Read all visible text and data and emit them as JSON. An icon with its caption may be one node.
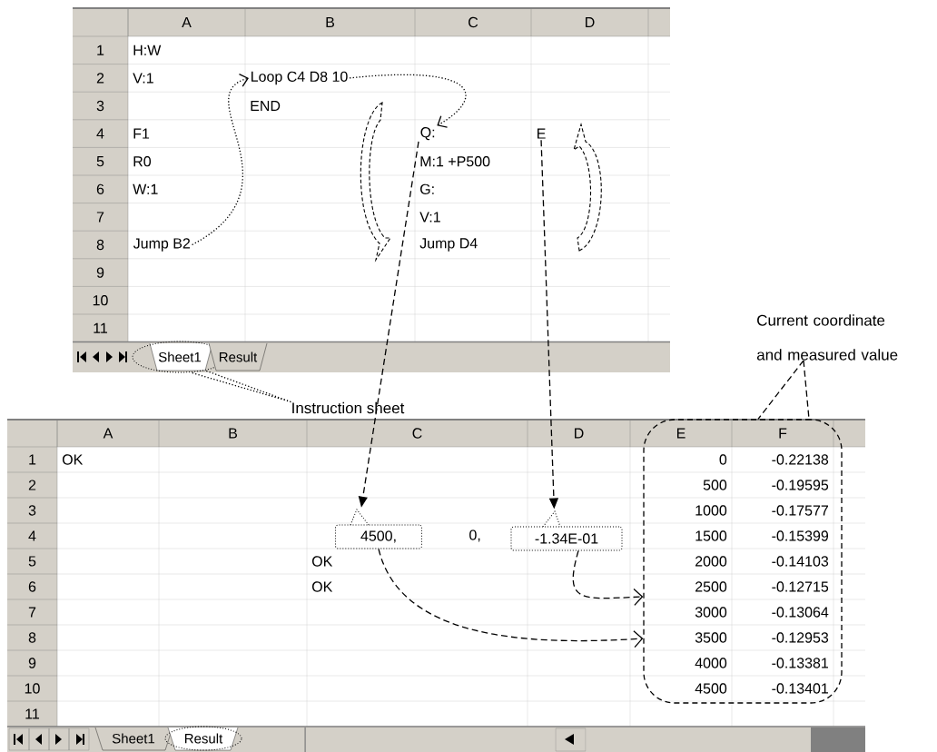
{
  "diagram": {
    "nodes": [
      {
        "text": [
          "Loop C4 D8 10"
        ]
      },
      {
        "text": [
          "Q:"
        ]
      },
      {
        "text": [
          "E"
        ]
      },
      {
        "text": [
          "Jump B2"
        ]
      },
      {
        "text": [
          "Sheet1"
        ]
      },
      {
        "text": [
          "Instruction sheet"
        ]
      },
      {
        "text": [
          "Current coordinate and measured value"
        ]
      },
      {
        "text": [
          "4500,"
        ]
      },
      {
        "text": [
          "-1.34E-01"
        ]
      },
      {
        "text": [],
        "shape": "box"
      }
    ],
    "edges": [
      {
        "from": 3,
        "to": 0,
        "arrow": "to"
      },
      {
        "from": 0,
        "to": 1,
        "arrow": "to"
      },
      {
        "from": 1,
        "to": 7,
        "arrow": "to",
        "style": "dashed"
      },
      {
        "from": 2,
        "to": 8,
        "arrow": "to",
        "style": "dashed"
      },
      {
        "from": 7,
        "to": 9,
        "arrow": "to",
        "style": "dashed"
      },
      {
        "from": 8,
        "to": 9,
        "arrow": "to",
        "style": "dashed"
      },
      {
        "from": 6,
        "to": 9,
        "arrow": "none",
        "style": "dashed"
      },
      {
        "from": 5,
        "to": 4,
        "arrow": "none"
      }
    ],
    "labels": [
      "A",
      "B",
      "C",
      "D",
      "1",
      "H:W",
      "2",
      "V:1",
      "3",
      "END",
      "4",
      "F1",
      "5",
      "R0",
      "M:1 +P500",
      "6",
      "W:1",
      "G:",
      "7",
      "V:1",
      "8",
      "Jump D4",
      "9",
      "10",
      "11",
      "Result",
      "A",
      "B",
      "C",
      "D",
      "E",
      "F",
      "1",
      "OK",
      "0",
      "-0.22138",
      "2",
      "500",
      "-0.19595",
      "3",
      "1000",
      "-0.17577",
      "4",
      "0,",
      "1500",
      "-0.15399",
      "5",
      "OK",
      "2000",
      "-0.14103",
      "6",
      "OK",
      "2500",
      "-0.12715",
      "7",
      "3000",
      "-0.13064",
      "8",
      "3500",
      "-0.12953",
      "9",
      "4000",
      "-0.13381",
      "10",
      "4500",
      "-0.13401",
      "11",
      "Sheet1",
      "Result"
    ]
  }
}
